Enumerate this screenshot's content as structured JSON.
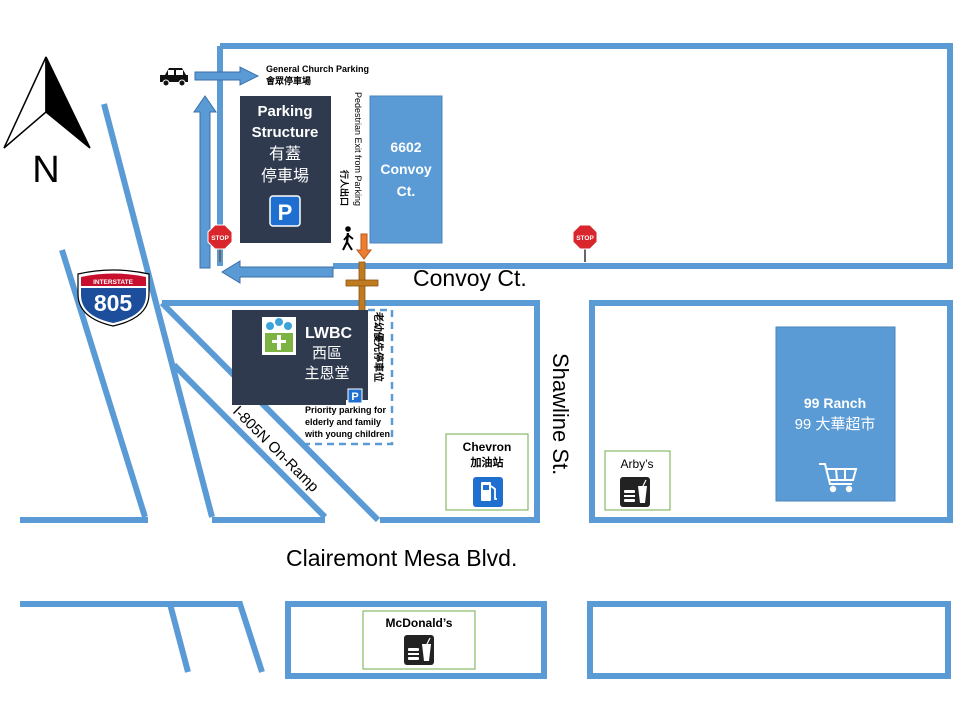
{
  "map": {
    "general_parking": {
      "line1": "General Church Parking",
      "line2": "會眾停車場"
    },
    "parking_structure": {
      "line1": "Parking",
      "line2": "Structure",
      "line3": "有蓋",
      "line4": "停車場",
      "p_icon": "P"
    },
    "pedestrian_exit": {
      "line1": "Pedestrian Exit from Parking",
      "line2": "行人出口"
    },
    "building_6602": {
      "line1": "6602",
      "line2": "Convoy",
      "line3": "Ct."
    },
    "stop_sign_text": "STOP",
    "convoy_ct": "Convoy Ct.",
    "shawline_st": "Shawline St.",
    "clairemont_mesa": "Clairemont Mesa Blvd.",
    "onramp": "I-805N On-Ramp",
    "interstate": {
      "top": "INTERSTATE",
      "number": "805"
    },
    "north": "N",
    "lwbc": {
      "name": "LWBC",
      "line2": "西區",
      "line3": "主恩堂",
      "p_icon": "P"
    },
    "priority": {
      "vertical": "老幼優先停車位",
      "line1": "Priority parking for",
      "line2": "elderly and family",
      "line3": "with young children"
    },
    "chevron": {
      "line1": "Chevron",
      "line2": "加油站"
    },
    "arbys": "Arby’s",
    "ranch99": {
      "line1": "99 Ranch",
      "line2": "99 大華超市"
    },
    "mcdonalds": "McDonald’s",
    "colors": {
      "road": "#5b9bd5",
      "navy": "#2f3a4f",
      "building": "#5b9bd5",
      "stop": "#d9262c",
      "cross": "#c07a1f",
      "arrow": "#ed7d31"
    }
  }
}
